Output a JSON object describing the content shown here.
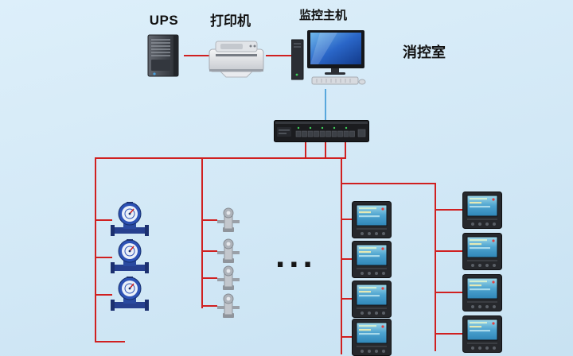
{
  "diagram": {
    "labels": {
      "ups": "UPS",
      "printer": "打印机",
      "host": "监控主机",
      "room": "消控室",
      "ellipsis": "..."
    },
    "colors": {
      "wire": "#d02020",
      "uplink": "#58a7dc",
      "background_top": "#ddeffa",
      "background_bottom": "#c8e2f2"
    },
    "device_groups": {
      "water_meter_count": 3,
      "sensor_count": 4,
      "meter_column1_count": 4,
      "meter_column2_count": 4
    }
  }
}
